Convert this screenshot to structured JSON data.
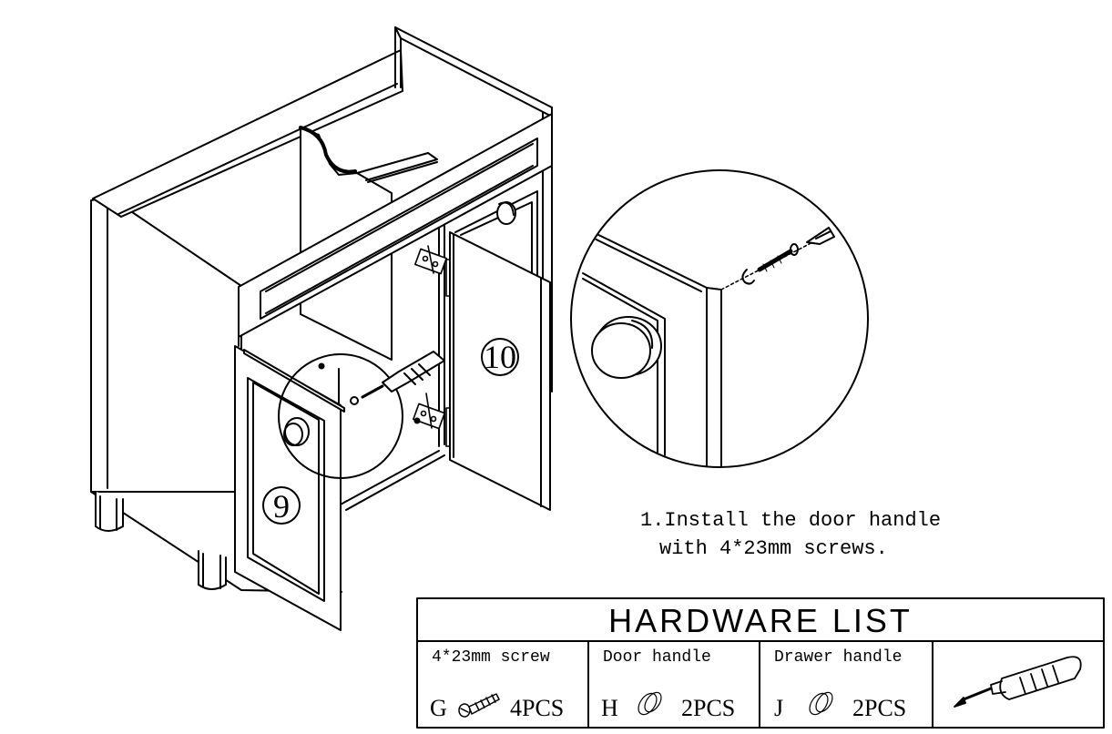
{
  "step": {
    "line1": "1.Install the door handle",
    "line2": "with 4*23mm screws."
  },
  "labels": {
    "door_left": "9",
    "door_right": "10"
  },
  "hardware": {
    "title": "HARDWARE LIST",
    "items": [
      {
        "name": "4*23mm screw",
        "letter": "G",
        "qty": "4PCS",
        "icon": "screw-icon"
      },
      {
        "name": "Door handle",
        "letter": "H",
        "qty": "2PCS",
        "icon": "knob-icon"
      },
      {
        "name": "Drawer handle",
        "letter": "J",
        "qty": "2PCS",
        "icon": "knob-icon"
      }
    ],
    "tool_icon": "screwdriver-icon"
  },
  "colors": {
    "line": "#000000",
    "background": "#ffffff"
  }
}
